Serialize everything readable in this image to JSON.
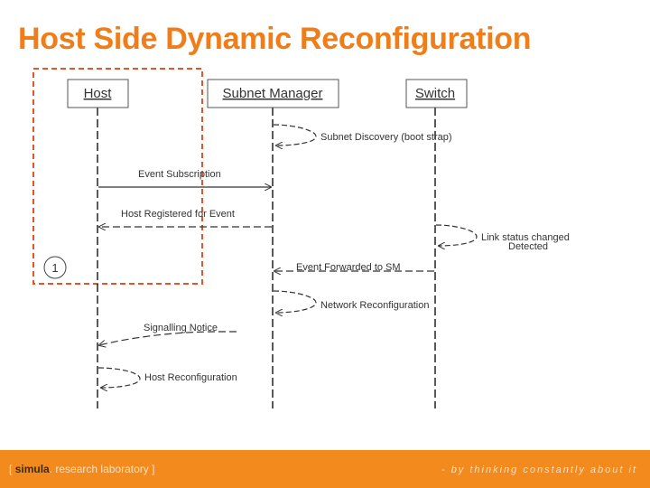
{
  "slide": {
    "title": "Host Side Dynamic Reconfiguration",
    "accent_color": "#ef7d1a",
    "footer_color": "#f28a1d"
  },
  "diagram": {
    "lifelines": [
      {
        "id": "host",
        "label": "Host"
      },
      {
        "id": "sm",
        "label": "Subnet Manager"
      },
      {
        "id": "switch",
        "label": "Switch"
      }
    ],
    "messages": [
      {
        "label": "Subnet Discovery (boot strap)",
        "from": "sm",
        "to": "sm"
      },
      {
        "label": "Event Subscription",
        "from": "host",
        "to": "sm"
      },
      {
        "label": "Host Registered for Event",
        "from": "sm",
        "to": "host"
      },
      {
        "label": "Link status changed",
        "label_line2": "Detected",
        "from": "switch",
        "to": "switch"
      },
      {
        "label": "Event Forwarded to SM",
        "from": "switch",
        "to": "sm"
      },
      {
        "label": "Network Reconfiguration",
        "from": "sm",
        "to": "sm"
      },
      {
        "label": "Signalling Notice",
        "from": "sm",
        "to": "host"
      },
      {
        "label": "Host Reconfiguration",
        "from": "host",
        "to": "host"
      }
    ],
    "highlight": {
      "step_label": "1",
      "color": "#e0552a"
    }
  },
  "footer": {
    "bracket_open": "[",
    "brand": "simula",
    "separator": ".",
    "rest": "research laboratory",
    "bracket_close": "]",
    "tagline": "- by thinking constantly about it"
  }
}
